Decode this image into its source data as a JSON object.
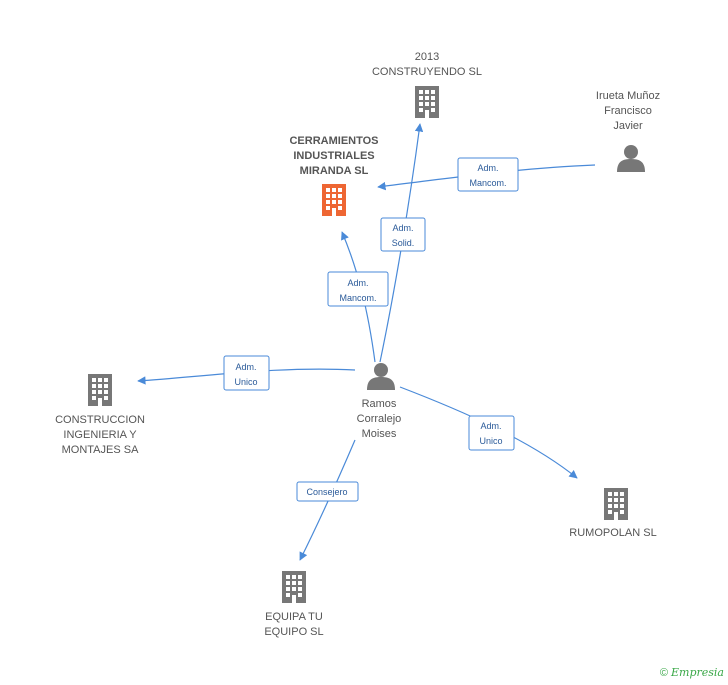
{
  "colors": {
    "company": "#777777",
    "main_company": "#ee6633",
    "person": "#777777",
    "edge": "#4a8ad8",
    "copyright": "#3aa848"
  },
  "nodes": {
    "cerramientos": {
      "lines": [
        "CERRAMIENTOS",
        "INDUSTRIALES",
        "MIRANDA SL"
      ],
      "icon": "building-icon"
    },
    "construyendo": {
      "lines": [
        "2013",
        "CONSTRUYENDO SL"
      ],
      "icon": "building-icon"
    },
    "irueta": {
      "lines": [
        "Irueta Muñoz",
        "Francisco",
        "Javier"
      ],
      "icon": "person-icon"
    },
    "ramos": {
      "lines": [
        "Ramos",
        "Corralejo",
        "Moises"
      ],
      "icon": "person-icon"
    },
    "construccion": {
      "lines": [
        "CONSTRUCCION",
        "INGENIERIA Y",
        "MONTAJES SA"
      ],
      "icon": "building-icon"
    },
    "rumopolan": {
      "lines": [
        "RUMOPOLAN SL"
      ],
      "icon": "building-icon"
    },
    "equipa": {
      "lines": [
        "EQUIPA TU",
        "EQUIPO SL"
      ],
      "icon": "building-icon"
    }
  },
  "relations": {
    "irueta_to_cerramientos": [
      "Adm.",
      "Mancom."
    ],
    "ramos_to_construyendo": [
      "Adm.",
      "Solid."
    ],
    "ramos_to_cerramientos": [
      "Adm.",
      "Mancom."
    ],
    "ramos_to_construccion": [
      "Adm.",
      "Unico"
    ],
    "ramos_to_rumopolan": [
      "Adm.",
      "Unico"
    ],
    "ramos_to_equipa": [
      "Consejero"
    ]
  },
  "footer": {
    "copyright": "©",
    "brand": "Empresia"
  }
}
